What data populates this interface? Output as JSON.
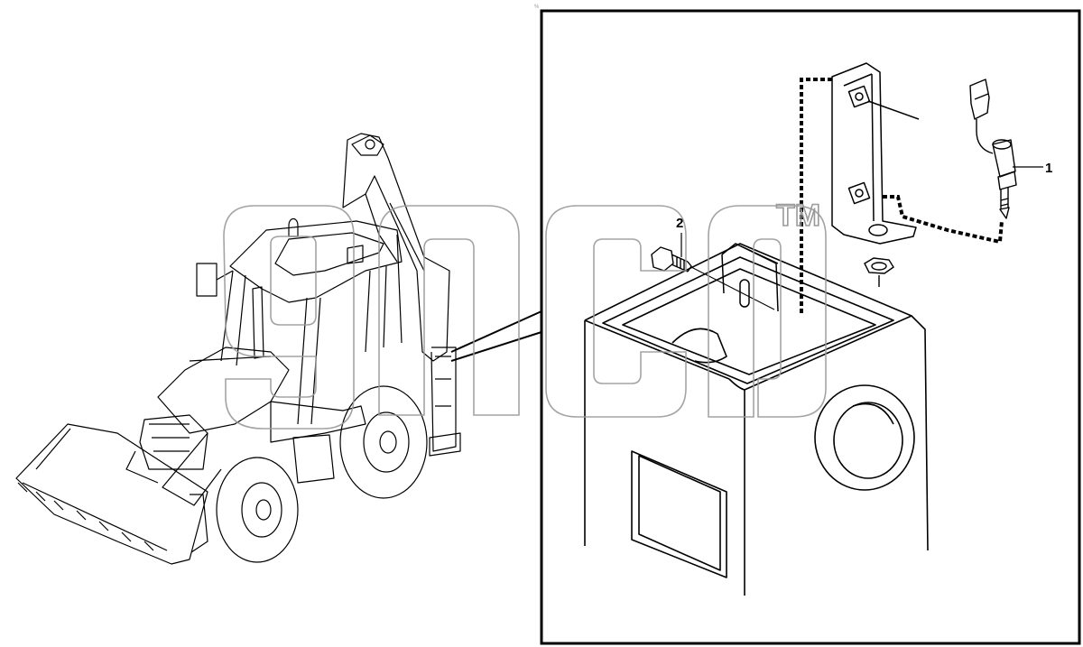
{
  "callouts": {
    "part_1": "1",
    "part_2": "2"
  },
  "watermark": {
    "trademark": "TM",
    "color": "#9a9a9a"
  },
  "frame": {
    "corner_mark": "%"
  }
}
